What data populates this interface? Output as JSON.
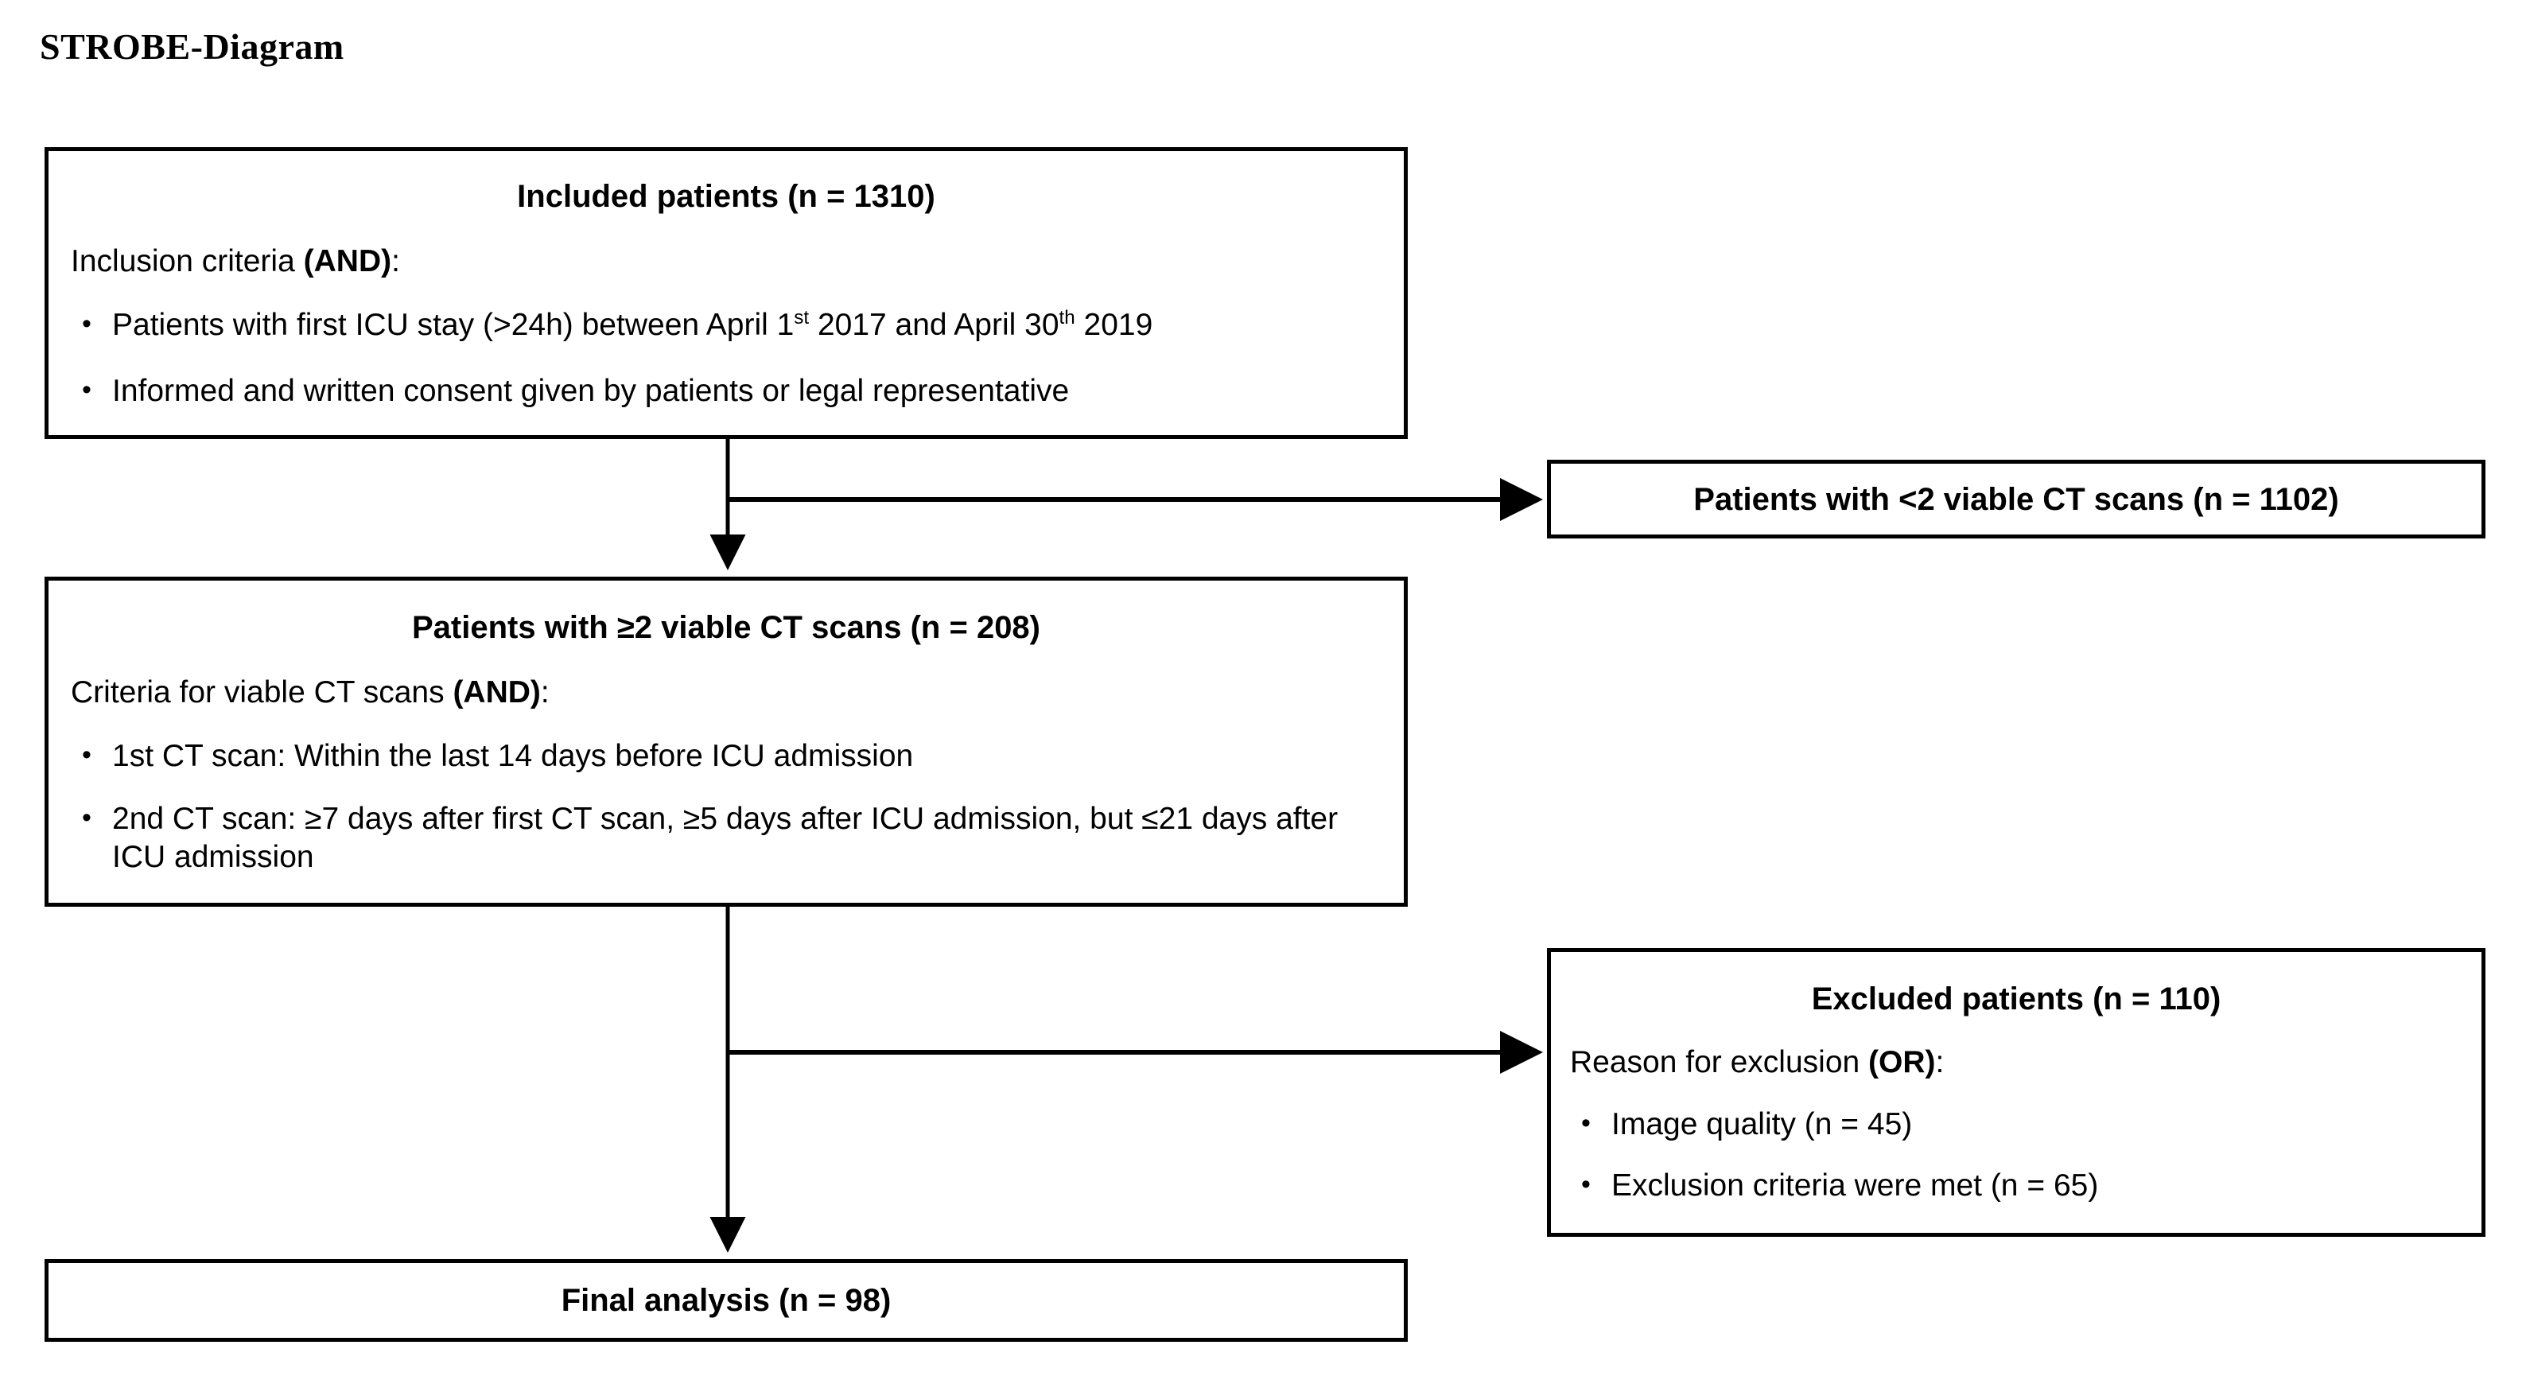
{
  "page": {
    "title": "STROBE-Diagram"
  },
  "colors": {
    "background": "#ffffff",
    "text": "#000000",
    "box_border": "#000000",
    "connector": "#000000"
  },
  "flow": {
    "boxes": {
      "included": {
        "heading": "Included patients (n = 1310)",
        "subheading_prefix": "Inclusion criteria ",
        "subheading_bold": "(AND)",
        "subheading_suffix": ":",
        "bullets": [
          {
            "part1": "Patients with first ICU stay (>24h) between April 1",
            "sup1": "st",
            "part2": " 2017 and April 30",
            "sup2": "th",
            "part3": " 2019"
          },
          {
            "part1": "Informed and written consent given by patients or legal representative",
            "sup1": "",
            "part2": "",
            "sup2": "",
            "part3": ""
          }
        ]
      },
      "excluded_scans": {
        "heading": "Patients with <2 viable CT scans (n = 1102)"
      },
      "viable": {
        "heading": "Patients with ≥2 viable CT scans (n = 208)",
        "subheading_prefix": "Criteria for viable CT scans ",
        "subheading_bold": "(AND)",
        "subheading_suffix": ":",
        "bullets": [
          "1st CT scan: Within the last 14 days before ICU admission",
          "2nd CT scan: ≥7 days after first CT scan, ≥5 days after ICU admission, but ≤21 days after ICU admission"
        ]
      },
      "excluded_patients": {
        "heading": "Excluded patients (n = 110)",
        "subheading_prefix": "Reason for exclusion ",
        "subheading_bold": "(OR)",
        "subheading_suffix": ":",
        "bullets": [
          "Image quality (n = 45)",
          "Exclusion criteria were met (n = 65)"
        ]
      },
      "final": {
        "heading": "Final analysis (n = 98)"
      }
    },
    "counts": {
      "included": 1310,
      "excluded_scans": 1102,
      "viable": 208,
      "excluded_patients": 110,
      "excluded_image_quality": 45,
      "excluded_criteria_met": 65,
      "final": 98
    }
  }
}
